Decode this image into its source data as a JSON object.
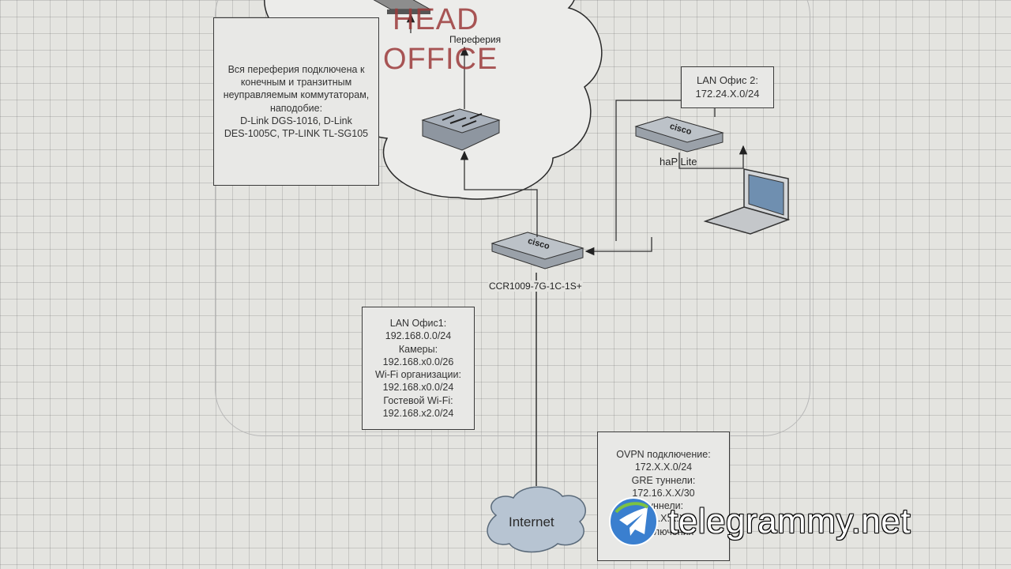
{
  "diagram": {
    "head_office_title": "HEAD",
    "head_office_title2": "OFFICE",
    "peripheral_label": "Переферия",
    "peripheral_note": "Вся переферия подключена к\nконечным и транзитным\nнеуправляемым коммутаторам,\nнаподобие:\nD-Link DGS-1016, D-Link\nDES-1005C, TP-LINK TL-SG105",
    "lan2_note": "LAN Офис 2:\n172.24.X.0/24",
    "hap_label": "haP Lite",
    "ccr_label": "CCR1009-7G-1C-1S+",
    "lan1_note": "LAN Офис1:\n192.168.0.0/24\nКамеры:\n192.168.x0.0/26\nWi-Fi организации:\n192.168.x0.0/24\nГостевой Wi-Fi:\n192.168.x2.0/24",
    "ovpn_note": "OVPN подключение:\n172.X.X.0/24\nGRE туннели:\n172.16.X.X/30\nтуннели:\n172.X.X.X\nподключения",
    "internet_label": "Internet",
    "device_logo": "cisco"
  },
  "watermark": {
    "text": "telegrammy.net"
  },
  "colors": {
    "grid_background": "#e4e4e0",
    "title_red": "#9c3a3a",
    "cloud_fill": "#b7c4d2"
  }
}
